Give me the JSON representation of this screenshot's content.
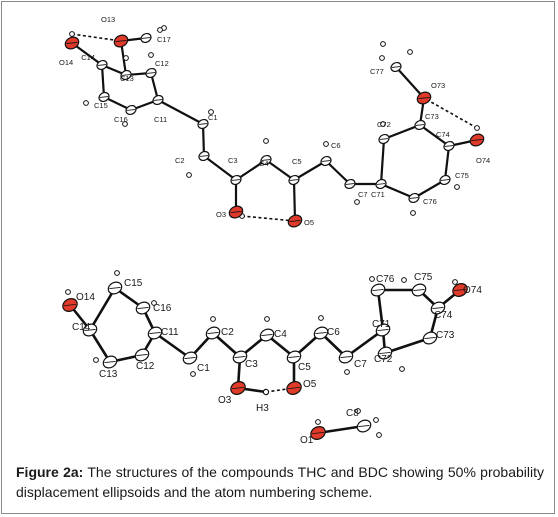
{
  "figure": {
    "caption_label": "Figure 2a:",
    "caption_text": " The structures of the compounds THC and BDC showing 50% probability displacement ellipsoids and the atom numbering scheme."
  },
  "colors": {
    "oxygen": "#e03a2a",
    "carbon": "#ffffff",
    "bond": "#111111",
    "hbond": "#111111"
  },
  "molecules": [
    {
      "id": "THC",
      "atoms": [
        {
          "id": "O13",
          "label": "O13",
          "el": "O"
        },
        {
          "id": "C17",
          "label": "C17",
          "el": "C"
        },
        {
          "id": "O14",
          "label": "O14",
          "el": "O"
        },
        {
          "id": "C14",
          "label": "C14",
          "el": "C"
        },
        {
          "id": "C13",
          "label": "C13",
          "el": "C"
        },
        {
          "id": "C12",
          "label": "C12",
          "el": "C"
        },
        {
          "id": "C15",
          "label": "C15",
          "el": "C"
        },
        {
          "id": "C16",
          "label": "C16",
          "el": "C"
        },
        {
          "id": "C11",
          "label": "C11",
          "el": "C"
        },
        {
          "id": "C1",
          "label": "C1",
          "el": "C"
        },
        {
          "id": "C2",
          "label": "C2",
          "el": "C"
        },
        {
          "id": "C3",
          "label": "C3",
          "el": "C"
        },
        {
          "id": "C4",
          "label": "C4",
          "el": "C"
        },
        {
          "id": "C5",
          "label": "C5",
          "el": "C"
        },
        {
          "id": "C6",
          "label": "C6",
          "el": "C"
        },
        {
          "id": "C7",
          "label": "C7",
          "el": "C"
        },
        {
          "id": "O3",
          "label": "O3",
          "el": "O"
        },
        {
          "id": "O5",
          "label": "O5",
          "el": "O"
        },
        {
          "id": "C71",
          "label": "C71",
          "el": "C"
        },
        {
          "id": "C72",
          "label": "C72",
          "el": "C"
        },
        {
          "id": "C73",
          "label": "C73",
          "el": "C"
        },
        {
          "id": "C74",
          "label": "C74",
          "el": "C"
        },
        {
          "id": "C75",
          "label": "C75",
          "el": "C"
        },
        {
          "id": "C76",
          "label": "C76",
          "el": "C"
        },
        {
          "id": "O73",
          "label": "O73",
          "el": "O"
        },
        {
          "id": "C77",
          "label": "C77",
          "el": "C"
        },
        {
          "id": "O74",
          "label": "O74",
          "el": "O"
        }
      ]
    },
    {
      "id": "BDC",
      "atoms": [
        {
          "id": "O14",
          "label": "O14",
          "el": "O"
        },
        {
          "id": "C15",
          "label": "C15",
          "el": "C"
        },
        {
          "id": "C16",
          "label": "C16",
          "el": "C"
        },
        {
          "id": "C14",
          "label": "C14",
          "el": "C"
        },
        {
          "id": "C13",
          "label": "C13",
          "el": "C"
        },
        {
          "id": "C12",
          "label": "C12",
          "el": "C"
        },
        {
          "id": "C11",
          "label": "C11",
          "el": "C"
        },
        {
          "id": "C1",
          "label": "C1",
          "el": "C"
        },
        {
          "id": "C2",
          "label": "C2",
          "el": "C"
        },
        {
          "id": "C3",
          "label": "C3",
          "el": "C"
        },
        {
          "id": "C4",
          "label": "C4",
          "el": "C"
        },
        {
          "id": "C5",
          "label": "C5",
          "el": "C"
        },
        {
          "id": "C6",
          "label": "C6",
          "el": "C"
        },
        {
          "id": "C7",
          "label": "C7",
          "el": "C"
        },
        {
          "id": "O3",
          "label": "O3",
          "el": "O"
        },
        {
          "id": "O5",
          "label": "O5",
          "el": "O"
        },
        {
          "id": "H3",
          "label": "H3",
          "el": "H"
        },
        {
          "id": "C71",
          "label": "C71",
          "el": "C"
        },
        {
          "id": "C72",
          "label": "C72",
          "el": "C"
        },
        {
          "id": "C73",
          "label": "C73",
          "el": "C"
        },
        {
          "id": "C74",
          "label": "C74",
          "el": "C"
        },
        {
          "id": "C75",
          "label": "C75",
          "el": "C"
        },
        {
          "id": "C76",
          "label": "C76",
          "el": "C"
        },
        {
          "id": "O74",
          "label": "O74",
          "el": "O"
        },
        {
          "id": "O1",
          "label": "O1",
          "el": "O"
        },
        {
          "id": "C8",
          "label": "C8",
          "el": "C"
        }
      ]
    }
  ]
}
